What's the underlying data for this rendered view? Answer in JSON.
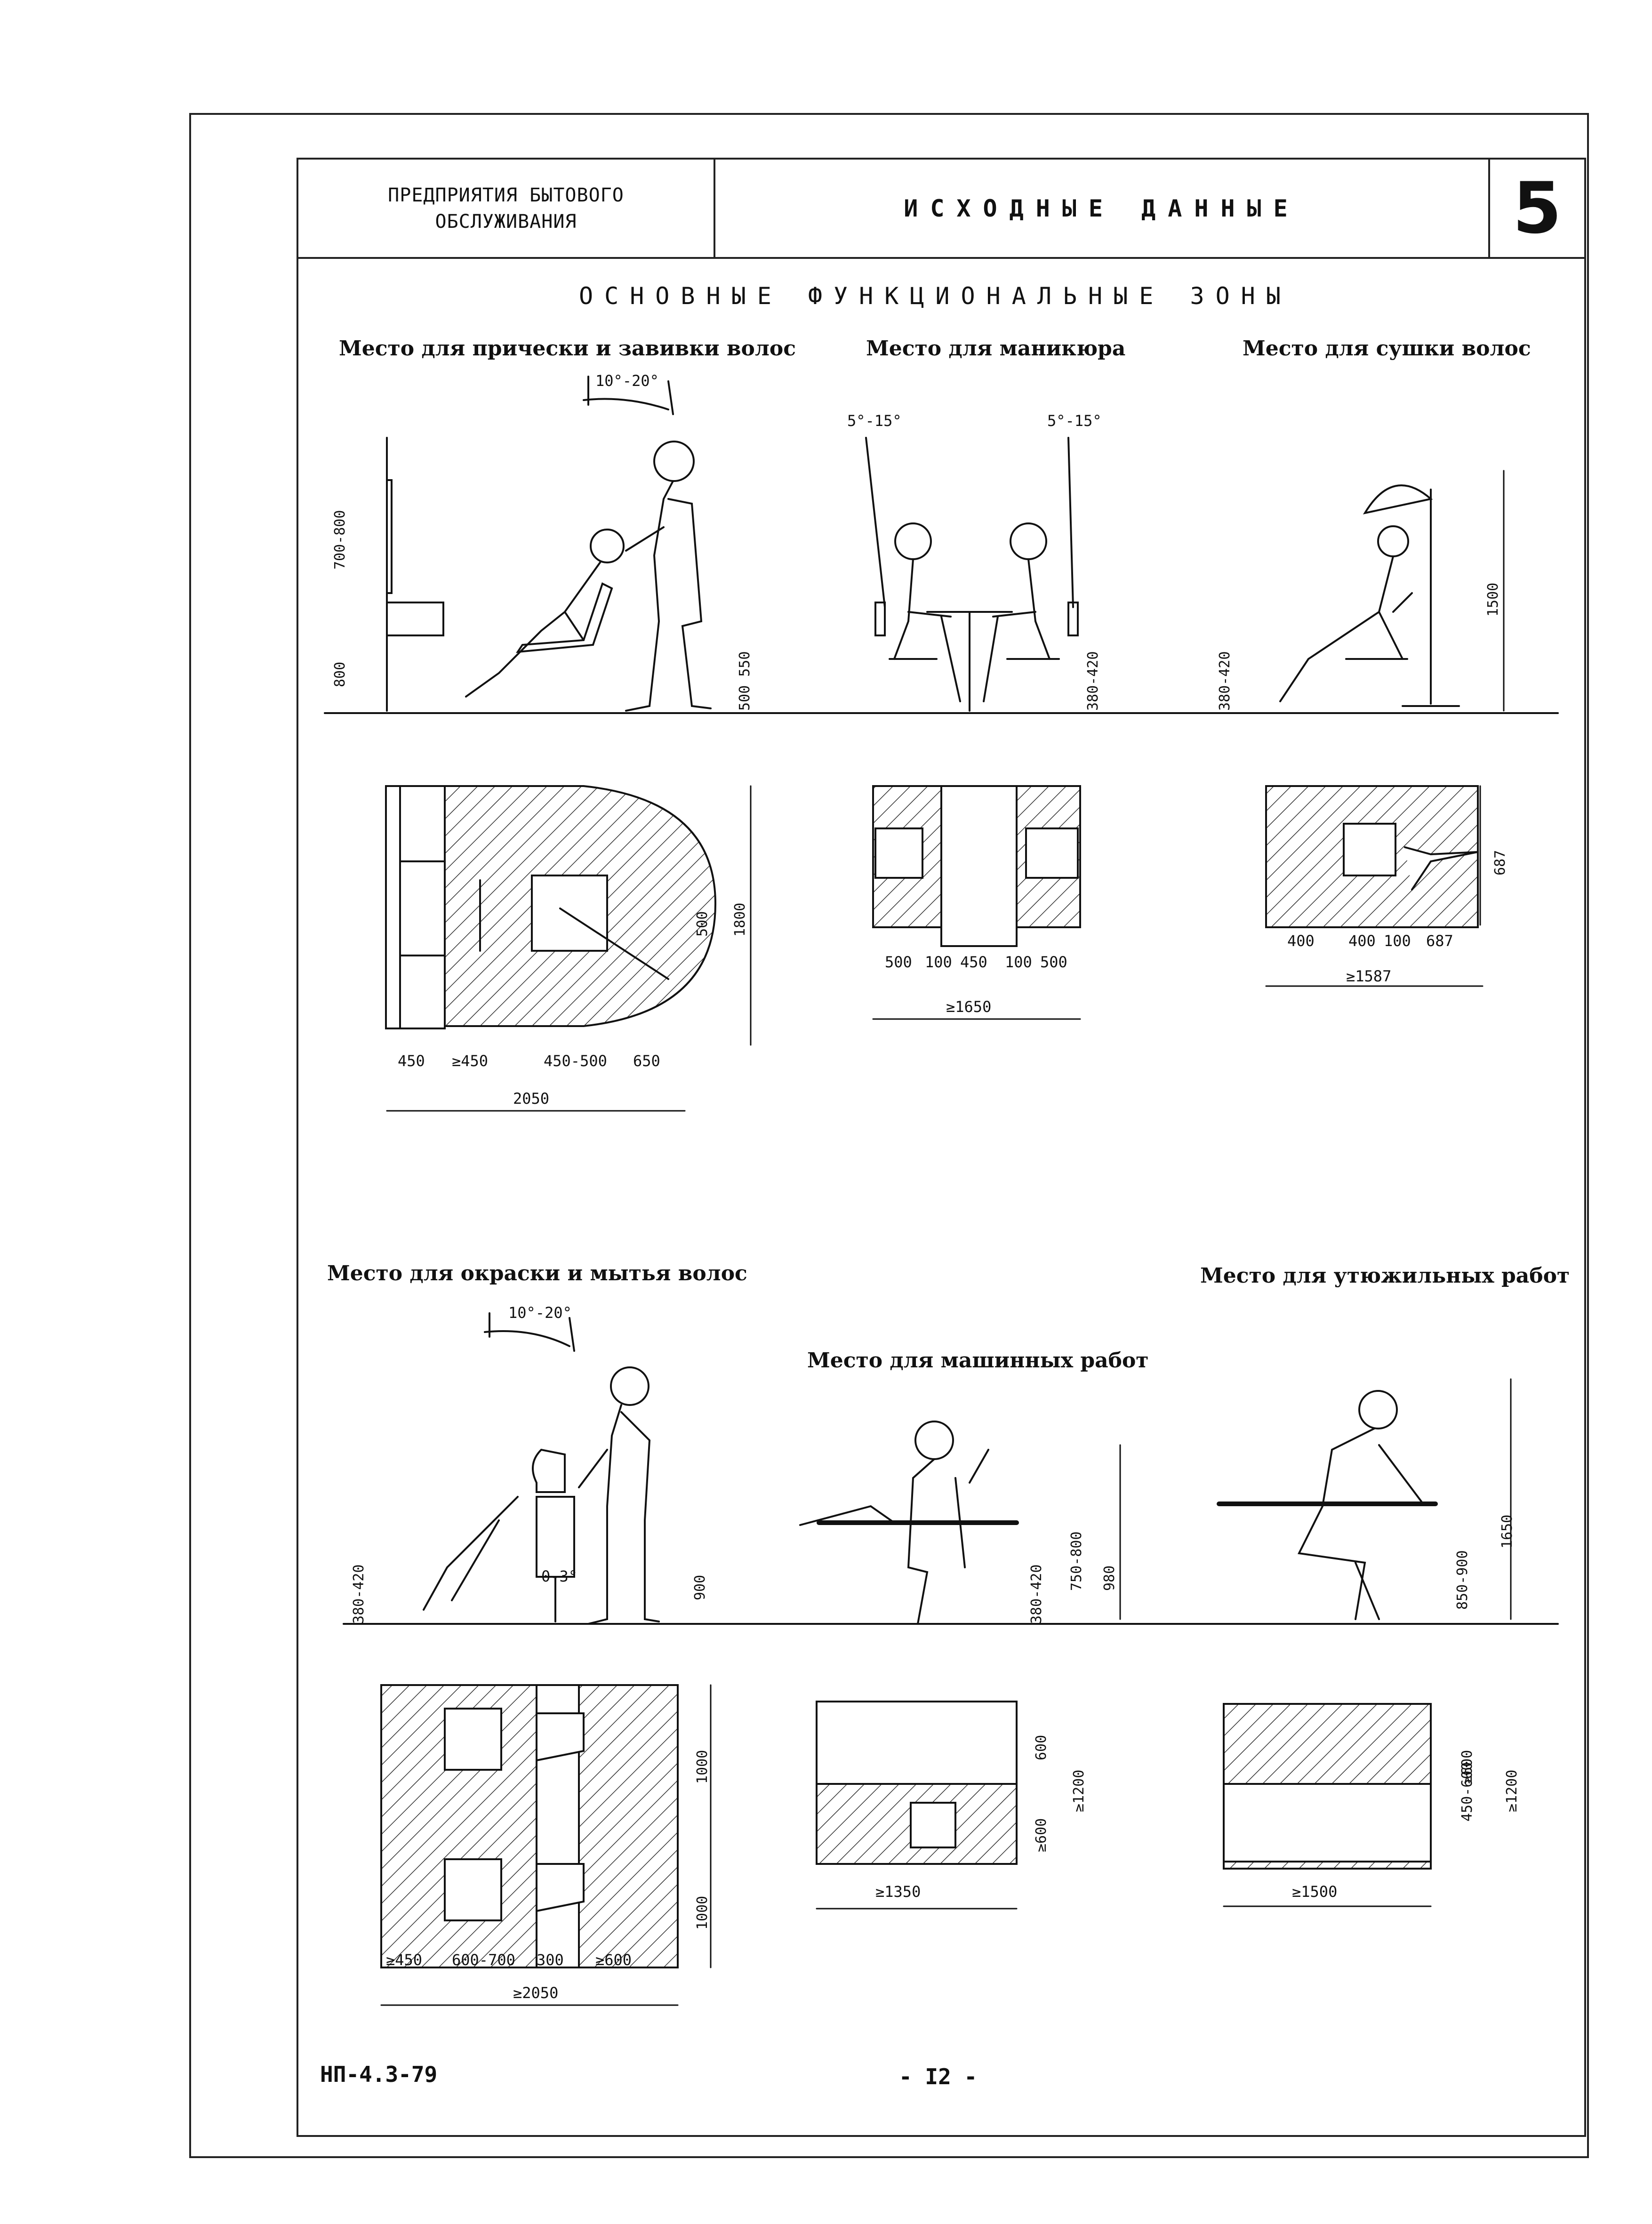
{
  "header": {
    "left_line1": "ПРЕДПРИЯТИЯ БЫТОВОГО",
    "left_line2": "ОБСЛУЖИВАНИЯ",
    "center": "ИСХОДНЫЕ ДАННЫЕ",
    "sheet_number": "5"
  },
  "section_title": "ОСНОВНЫЕ ФУНКЦИОНАЛЬНЫЕ ЗОНЫ",
  "zones": {
    "hairdo": {
      "title": "Место для прически и завивки волос",
      "angle": "10°-20°",
      "dims_side": [
        "700-800",
        "800",
        "500 550"
      ],
      "dims_plan_h": [
        "450",
        "≥450",
        "450-500",
        "650"
      ],
      "total": "2050",
      "dims_plan_v": [
        "500",
        "1800"
      ]
    },
    "manicure": {
      "title": "Место для маникюра",
      "angle_left": "5°-15°",
      "angle_right": "5°-15°",
      "dims_side": [
        "380-420"
      ],
      "dims_plan_h": [
        "500",
        "100",
        "450",
        "100",
        "500"
      ],
      "total": "≥1650"
    },
    "drying": {
      "title": "Место для сушки волос",
      "dims_side": [
        "380-420",
        "1500"
      ],
      "dims_plan_h": [
        "400",
        "400",
        "100",
        "687"
      ],
      "total": "≥1587",
      "dims_plan_v": [
        "687"
      ]
    },
    "coloring": {
      "title": "Место для окраски и мытья волос",
      "angle": "10°-20°",
      "tilt": "0-3°",
      "dims_side": [
        "380-420",
        "900"
      ],
      "dims_plan_h": [
        "≥450",
        "600-700",
        "300",
        "≥600"
      ],
      "total": "≥2050",
      "dims_plan_v": [
        "1000",
        "1000"
      ]
    },
    "machine": {
      "title": "Место для машинных работ",
      "dims_side": [
        "380-420",
        "750-800",
        "980"
      ],
      "dims_plan_v": [
        "600",
        "≥600",
        "≥1200"
      ],
      "total": "≥1350"
    },
    "ironing": {
      "title": "Место для утюжильных работ",
      "dims_side": [
        "850-900",
        "1650"
      ],
      "dims_plan_v": [
        "450-600",
        "≥600",
        "≥1200"
      ],
      "total": "≥1500"
    }
  },
  "footer": {
    "code": "НП-4.3-79",
    "page": "- I2 -"
  }
}
